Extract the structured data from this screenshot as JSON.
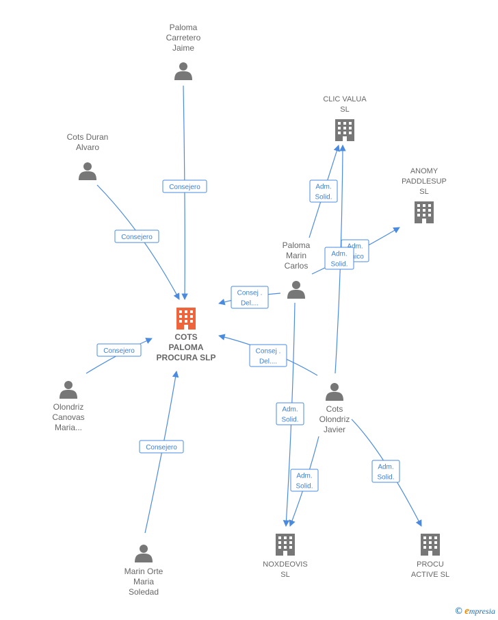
{
  "colors": {
    "edge": "#4a8be0",
    "person": "#777777",
    "company": "#777777",
    "main_company": "#f0643c"
  },
  "nodes": {
    "paloma_carretero": {
      "label": [
        "Paloma",
        "Carretero",
        "Jaime"
      ],
      "icon": "person-icon"
    },
    "cots_duran": {
      "label": [
        "Cots Duran",
        "Alvaro"
      ],
      "icon": "person-icon"
    },
    "clic_valua": {
      "label": [
        "CLIC VALUA",
        "SL"
      ],
      "icon": "building-icon"
    },
    "anomy": {
      "label": [
        "ANOMY",
        "PADDLESUP",
        "SL"
      ],
      "icon": "building-icon"
    },
    "paloma_marin": {
      "label": [
        "Paloma",
        "Marin",
        "Carlos"
      ],
      "icon": "person-icon"
    },
    "cots_paloma": {
      "label": [
        "COTS",
        "PALOMA",
        "PROCURA  SLP"
      ],
      "icon": "building-icon"
    },
    "olondriz_canovas": {
      "label": [
        "Olondriz",
        "Canovas",
        "Maria..."
      ],
      "icon": "person-icon"
    },
    "cots_olondriz": {
      "label": [
        "Cots",
        "Olondriz",
        "Javier"
      ],
      "icon": "person-icon"
    },
    "marin_orte": {
      "label": [
        "Marin Orte",
        "Maria",
        "Soledad"
      ],
      "icon": "person-icon"
    },
    "noxdeovis": {
      "label": [
        "NOXDEOVIS",
        "SL"
      ],
      "icon": "building-icon"
    },
    "procu_active": {
      "label": [
        "PROCU",
        "ACTIVE  SL"
      ],
      "icon": "building-icon"
    }
  },
  "edges": [
    {
      "from": "paloma_carretero",
      "to": "cots_paloma",
      "label": [
        "Consejero"
      ]
    },
    {
      "from": "cots_duran",
      "to": "cots_paloma",
      "label": [
        "Consejero"
      ]
    },
    {
      "from": "olondriz_canovas",
      "to": "cots_paloma",
      "label": [
        "Consejero"
      ]
    },
    {
      "from": "marin_orte",
      "to": "cots_paloma",
      "label": [
        "Consejero"
      ]
    },
    {
      "from": "paloma_marin",
      "to": "cots_paloma",
      "label": [
        "Consej .",
        "Del...."
      ]
    },
    {
      "from": "cots_olondriz",
      "to": "cots_paloma",
      "label": [
        "Consej .",
        "Del...."
      ]
    },
    {
      "from": "paloma_marin",
      "to": "clic_valua",
      "label": [
        "Adm.",
        "Solid."
      ]
    },
    {
      "from": "paloma_marin",
      "to": "anomy",
      "label": [
        "Adm.",
        "Unico"
      ]
    },
    {
      "from": "cots_olondriz",
      "to": "clic_valua",
      "label": [
        "Adm.",
        "Solid."
      ]
    },
    {
      "from": "paloma_marin",
      "to": "noxdeovis",
      "label": [
        "Adm.",
        "Solid."
      ]
    },
    {
      "from": "cots_olondriz",
      "to": "noxdeovis",
      "label": [
        "Adm.",
        "Solid."
      ]
    },
    {
      "from": "cots_olondriz",
      "to": "procu_active",
      "label": [
        "Adm.",
        "Solid."
      ]
    }
  ],
  "brand": {
    "copyright": "©",
    "name_initial": "e",
    "name_rest": "mpresia"
  }
}
